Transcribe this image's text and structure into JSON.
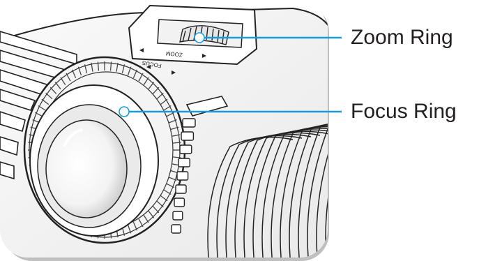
{
  "callouts": {
    "zoom": {
      "label": "Zoom Ring"
    },
    "focus": {
      "label": "Focus Ring"
    }
  },
  "slot_markings": {
    "zoom": "ZOOM",
    "focus": "FOCUS"
  },
  "colors": {
    "callout_line": "#1b9ad6",
    "text": "#231f20",
    "panel_shadow": "#8a8a8a"
  }
}
